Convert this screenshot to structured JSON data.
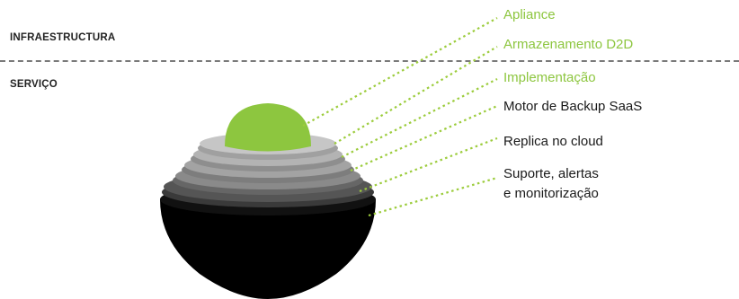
{
  "sections": {
    "top": "INFRAESTRUCTURA",
    "bottom": "SERVIÇO"
  },
  "layers": [
    {
      "label": "Apliance",
      "color": "#8dc63f"
    },
    {
      "label": "Armazenamento D2D",
      "color": "#8dc63f"
    },
    {
      "label": "Implementação",
      "color": "#8dc63f"
    },
    {
      "label": "Motor de Backup SaaS",
      "color": "#1a1a1a"
    },
    {
      "label": "Replica no cloud",
      "color": "#1a1a1a"
    },
    {
      "label": "Suporte, alertas",
      "label_line2": "e monitorização",
      "color": "#1a1a1a"
    }
  ],
  "colors": {
    "accent_green": "#8dc63f",
    "connector_green": "#9ccc3c",
    "divider": "#7a7a7a",
    "core": "#000000"
  }
}
